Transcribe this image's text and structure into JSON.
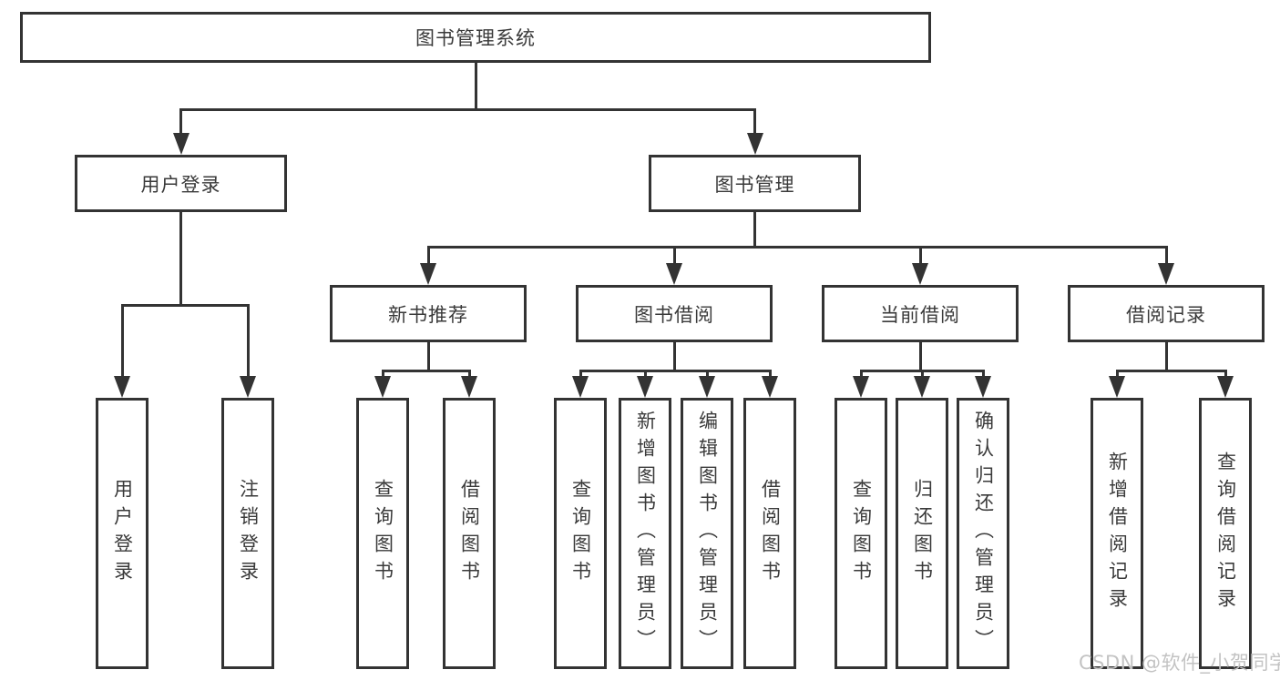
{
  "tree": {
    "root": "图书管理系统",
    "branches": [
      {
        "label": "用户登录",
        "children": [
          "用户登录",
          "注销登录"
        ]
      },
      {
        "label": "图书管理",
        "groups": [
          {
            "label": "新书推荐",
            "children": [
              "查询图书",
              "借阅图书"
            ]
          },
          {
            "label": "图书借阅",
            "children": [
              "查询图书",
              "新增图书（管理员）",
              "编辑图书（管理员）",
              "借阅图书"
            ]
          },
          {
            "label": "当前借阅",
            "children": [
              "查询图书",
              "归还图书",
              "确认归还（管理员）"
            ]
          },
          {
            "label": "借阅记录",
            "children": [
              "新增借阅记录",
              "查询借阅记录"
            ]
          }
        ]
      }
    ]
  },
  "colors": {
    "line": "#333333",
    "text": "#3a3a3a",
    "watermark": "#c3c3c3",
    "background": "#ffffff"
  },
  "watermark": {
    "text": "CSDN @软件_小贺同学"
  }
}
